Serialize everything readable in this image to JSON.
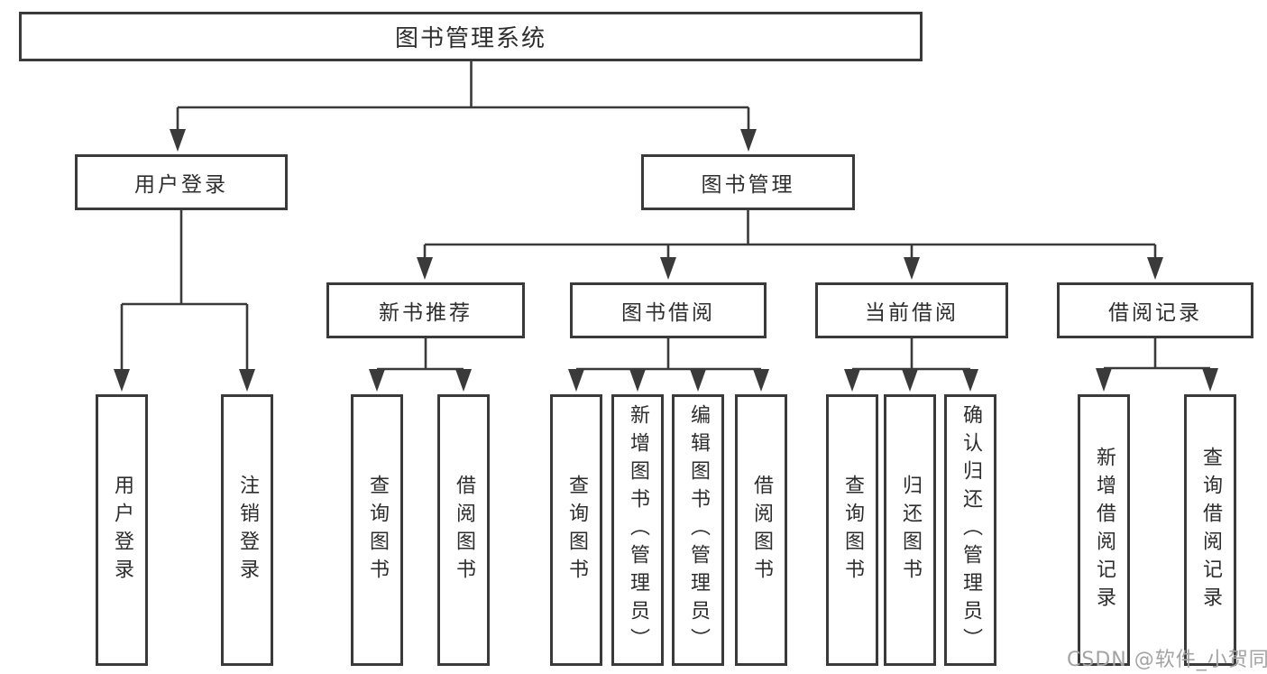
{
  "colors": {
    "line": "#3a3a3a",
    "box_border": "#3a3a3a",
    "box_fill": "#ffffff",
    "text": "#2d2d2d",
    "watermark": "#a3a3a3"
  },
  "nodes": {
    "root": {
      "label": "图书管理系统"
    },
    "login": {
      "label": "用户登录"
    },
    "manage": {
      "label": "图书管理"
    },
    "recommend": {
      "label": "新书推荐"
    },
    "borrow": {
      "label": "图书借阅"
    },
    "current": {
      "label": "当前借阅"
    },
    "records": {
      "label": "借阅记录"
    },
    "leaf_login_user": {
      "label": "用户登录"
    },
    "leaf_login_logout": {
      "label": "注销登录"
    },
    "leaf_rec_query": {
      "label": "查询图书"
    },
    "leaf_rec_borrow": {
      "label": "借阅图书"
    },
    "leaf_bor_query": {
      "label": "查询图书"
    },
    "leaf_bor_add": {
      "label": "新增图书（管理员）"
    },
    "leaf_bor_edit": {
      "label": "编辑图书（管理员）"
    },
    "leaf_bor_borrow": {
      "label": "借阅图书"
    },
    "leaf_cur_query": {
      "label": "查询图书"
    },
    "leaf_cur_return": {
      "label": "归还图书"
    },
    "leaf_cur_confirm": {
      "label": "确认归还（管理员）"
    },
    "leaf_log_add": {
      "label": "新增借阅记录"
    },
    "leaf_log_query": {
      "label": "查询借阅记录"
    }
  },
  "watermark": {
    "text": "CSDN @软件_小贺同学"
  }
}
